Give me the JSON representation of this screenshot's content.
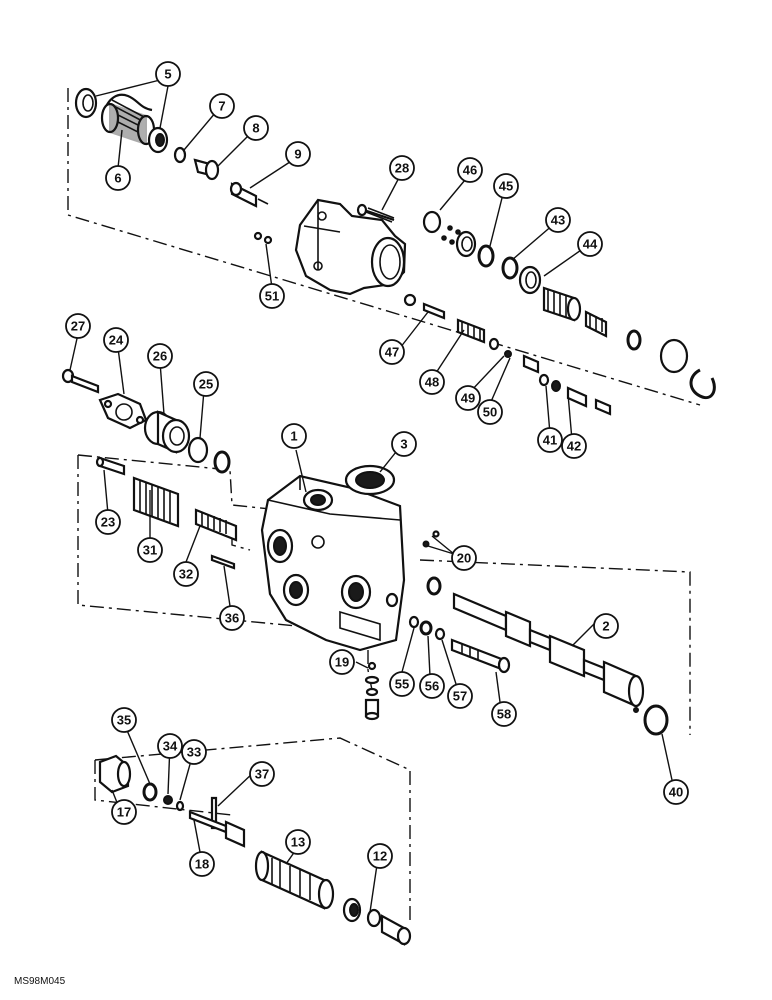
{
  "drawing_code": "MS98M045",
  "callouts": [
    {
      "label": "5"
    },
    {
      "label": "6"
    },
    {
      "label": "7"
    },
    {
      "label": "8"
    },
    {
      "label": "9"
    },
    {
      "label": "28"
    },
    {
      "label": "46"
    },
    {
      "label": "45"
    },
    {
      "label": "43"
    },
    {
      "label": "44"
    },
    {
      "label": "51"
    },
    {
      "label": "47"
    },
    {
      "label": "48"
    },
    {
      "label": "49"
    },
    {
      "label": "50"
    },
    {
      "label": "41"
    },
    {
      "label": "42"
    },
    {
      "label": "27"
    },
    {
      "label": "24"
    },
    {
      "label": "26"
    },
    {
      "label": "25"
    },
    {
      "label": "1"
    },
    {
      "label": "3"
    },
    {
      "label": "23"
    },
    {
      "label": "31"
    },
    {
      "label": "32"
    },
    {
      "label": "36"
    },
    {
      "label": "20"
    },
    {
      "label": "2"
    },
    {
      "label": "19"
    },
    {
      "label": "55"
    },
    {
      "label": "56"
    },
    {
      "label": "57"
    },
    {
      "label": "58"
    },
    {
      "label": "40"
    },
    {
      "label": "35"
    },
    {
      "label": "34"
    },
    {
      "label": "33"
    },
    {
      "label": "37"
    },
    {
      "label": "13"
    },
    {
      "label": "12"
    },
    {
      "label": "17"
    },
    {
      "label": "18"
    }
  ]
}
